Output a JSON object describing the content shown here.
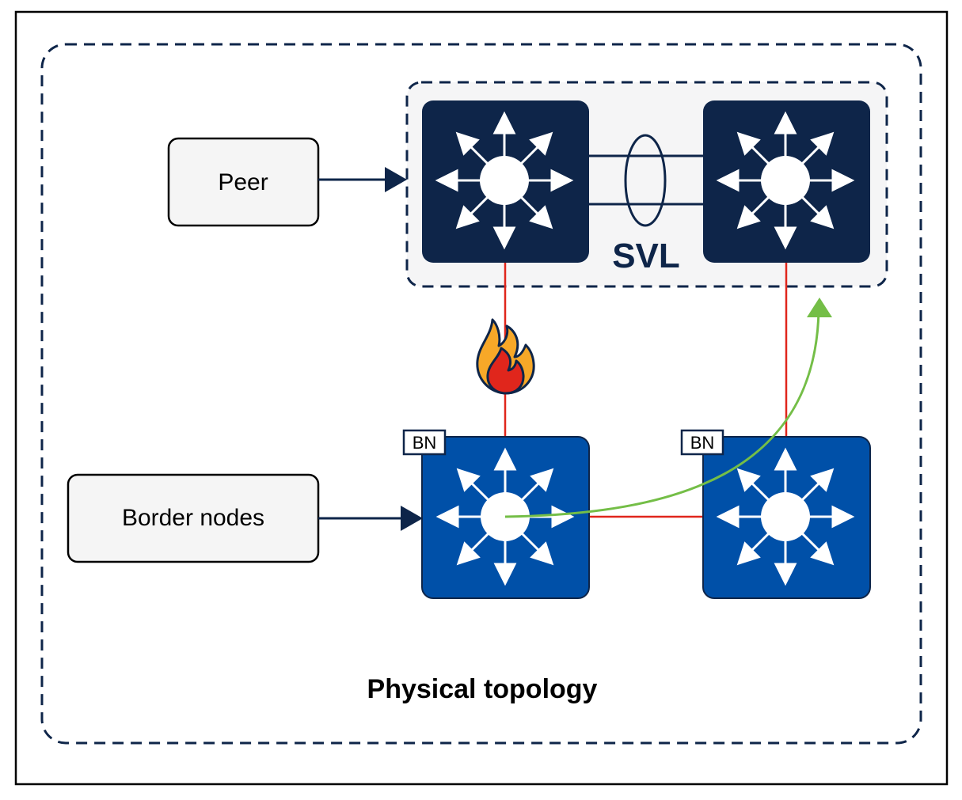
{
  "labels": {
    "peer": "Peer",
    "border_nodes": "Border nodes",
    "svl": "SVL",
    "bn_left": "BN",
    "bn_right": "BN",
    "title": "Physical topology"
  },
  "colors": {
    "frame": "#000000",
    "dashed_border": "#0e2549",
    "svl_group_fill": "#f5f5f6",
    "svl_switch_fill": "#0e2549",
    "border_switch_fill": "#0050a8",
    "link_red": "#e0261c",
    "link_dark": "#0e2549",
    "path_green": "#74be47",
    "box_fill": "#f5f5f5",
    "fire_outer": "#f7a828",
    "fire_inner": "#e0261c"
  },
  "icons": {
    "switch": "multilayer-switch-icon",
    "fire": "fire-icon"
  }
}
